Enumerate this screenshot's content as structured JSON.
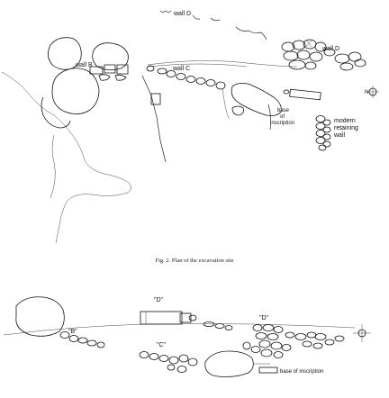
{
  "figure": {
    "caption": "Fig. 2. Plan of the excavation site"
  },
  "plan_labels": {
    "wall_d_top": "wall D",
    "wall_d_right": "wall D",
    "wall_b": "wall B",
    "wall_c": "wall C",
    "base_of_inscription": [
      "base",
      "of",
      "inscription"
    ],
    "modern_retaining_wall": [
      "modern",
      "retaining",
      "wall"
    ],
    "north": "N"
  },
  "section_labels": {
    "wall_d_quoted": "\"D\"",
    "wall_b_quoted": "\"B\"",
    "wall_c_quoted": "\"C\"",
    "base_of_inscription": "base of inscription"
  },
  "icons": [
    "north-arrow-icon",
    "north-arrow-icon"
  ]
}
